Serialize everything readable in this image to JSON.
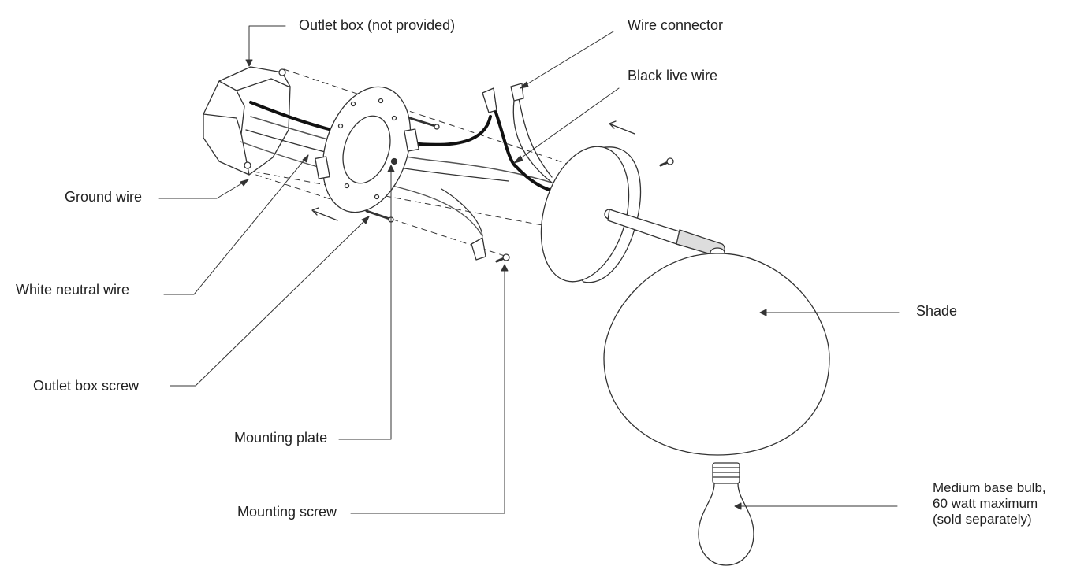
{
  "labels": {
    "outlet_box": "Outlet box (not provided)",
    "wire_connector": "Wire connector",
    "black_live_wire": "Black live wire",
    "ground_wire": "Ground wire",
    "white_neutral_wire": "White neutral wire",
    "outlet_box_screw": "Outlet box screw",
    "mounting_plate": "Mounting plate",
    "mounting_screw": "Mounting screw",
    "shade": "Shade",
    "bulb": [
      "Medium base bulb,",
      "60 watt maximum",
      "(sold separately)"
    ]
  },
  "colors": {
    "line": "#333333",
    "wire_black": "#111111",
    "background": "#ffffff"
  }
}
